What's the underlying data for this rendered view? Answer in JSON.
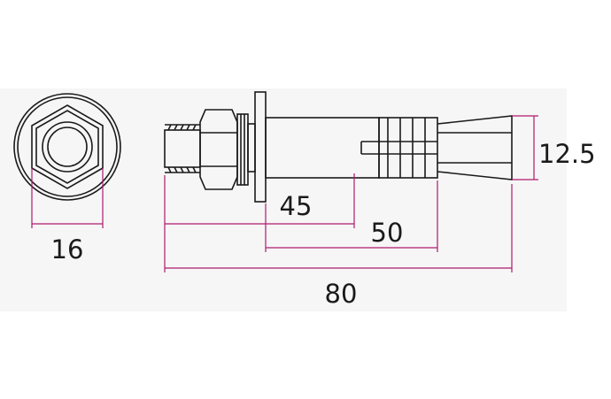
{
  "dimensions": {
    "nut_width": "16",
    "tip_diameter": "12.5",
    "sleeve_length": "45",
    "expansion_length": "50",
    "total_length": "80"
  },
  "colors": {
    "outline": "#1a1a1a",
    "dimension_line": "#b0196e",
    "background_panel": "#f6f6f6"
  }
}
